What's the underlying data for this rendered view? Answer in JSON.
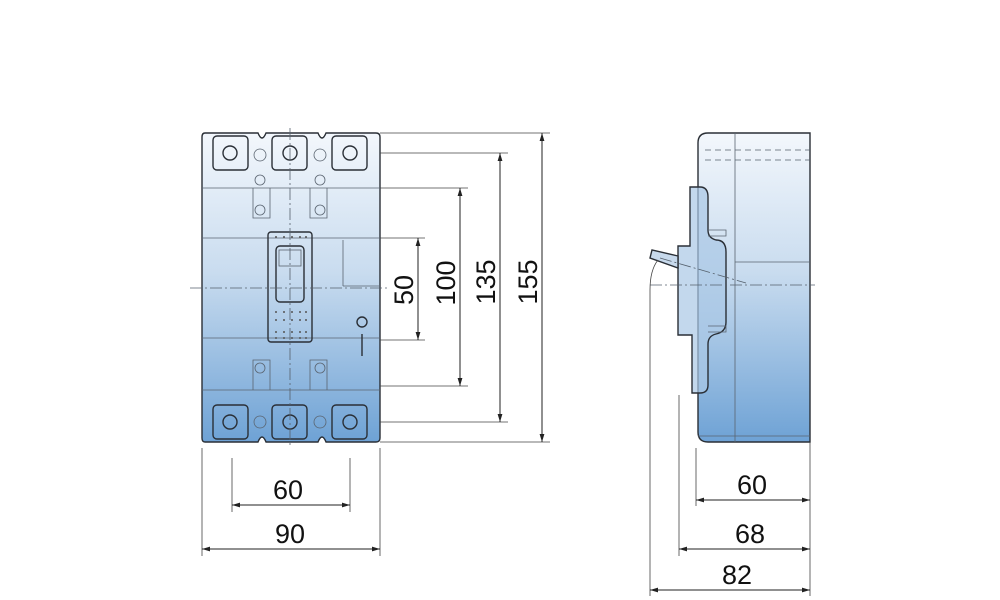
{
  "drawing": {
    "front_view": {
      "height_dimensions": [
        "50",
        "100",
        "135",
        "155"
      ],
      "terminal_pitch": "60",
      "width": "90"
    },
    "side_view": {
      "depth_dimensions": [
        "60",
        "68",
        "82"
      ]
    },
    "colors": {
      "body_top": "#eef4fb",
      "body_bottom": "#6ea2d5",
      "line": "#2a2f36"
    }
  }
}
